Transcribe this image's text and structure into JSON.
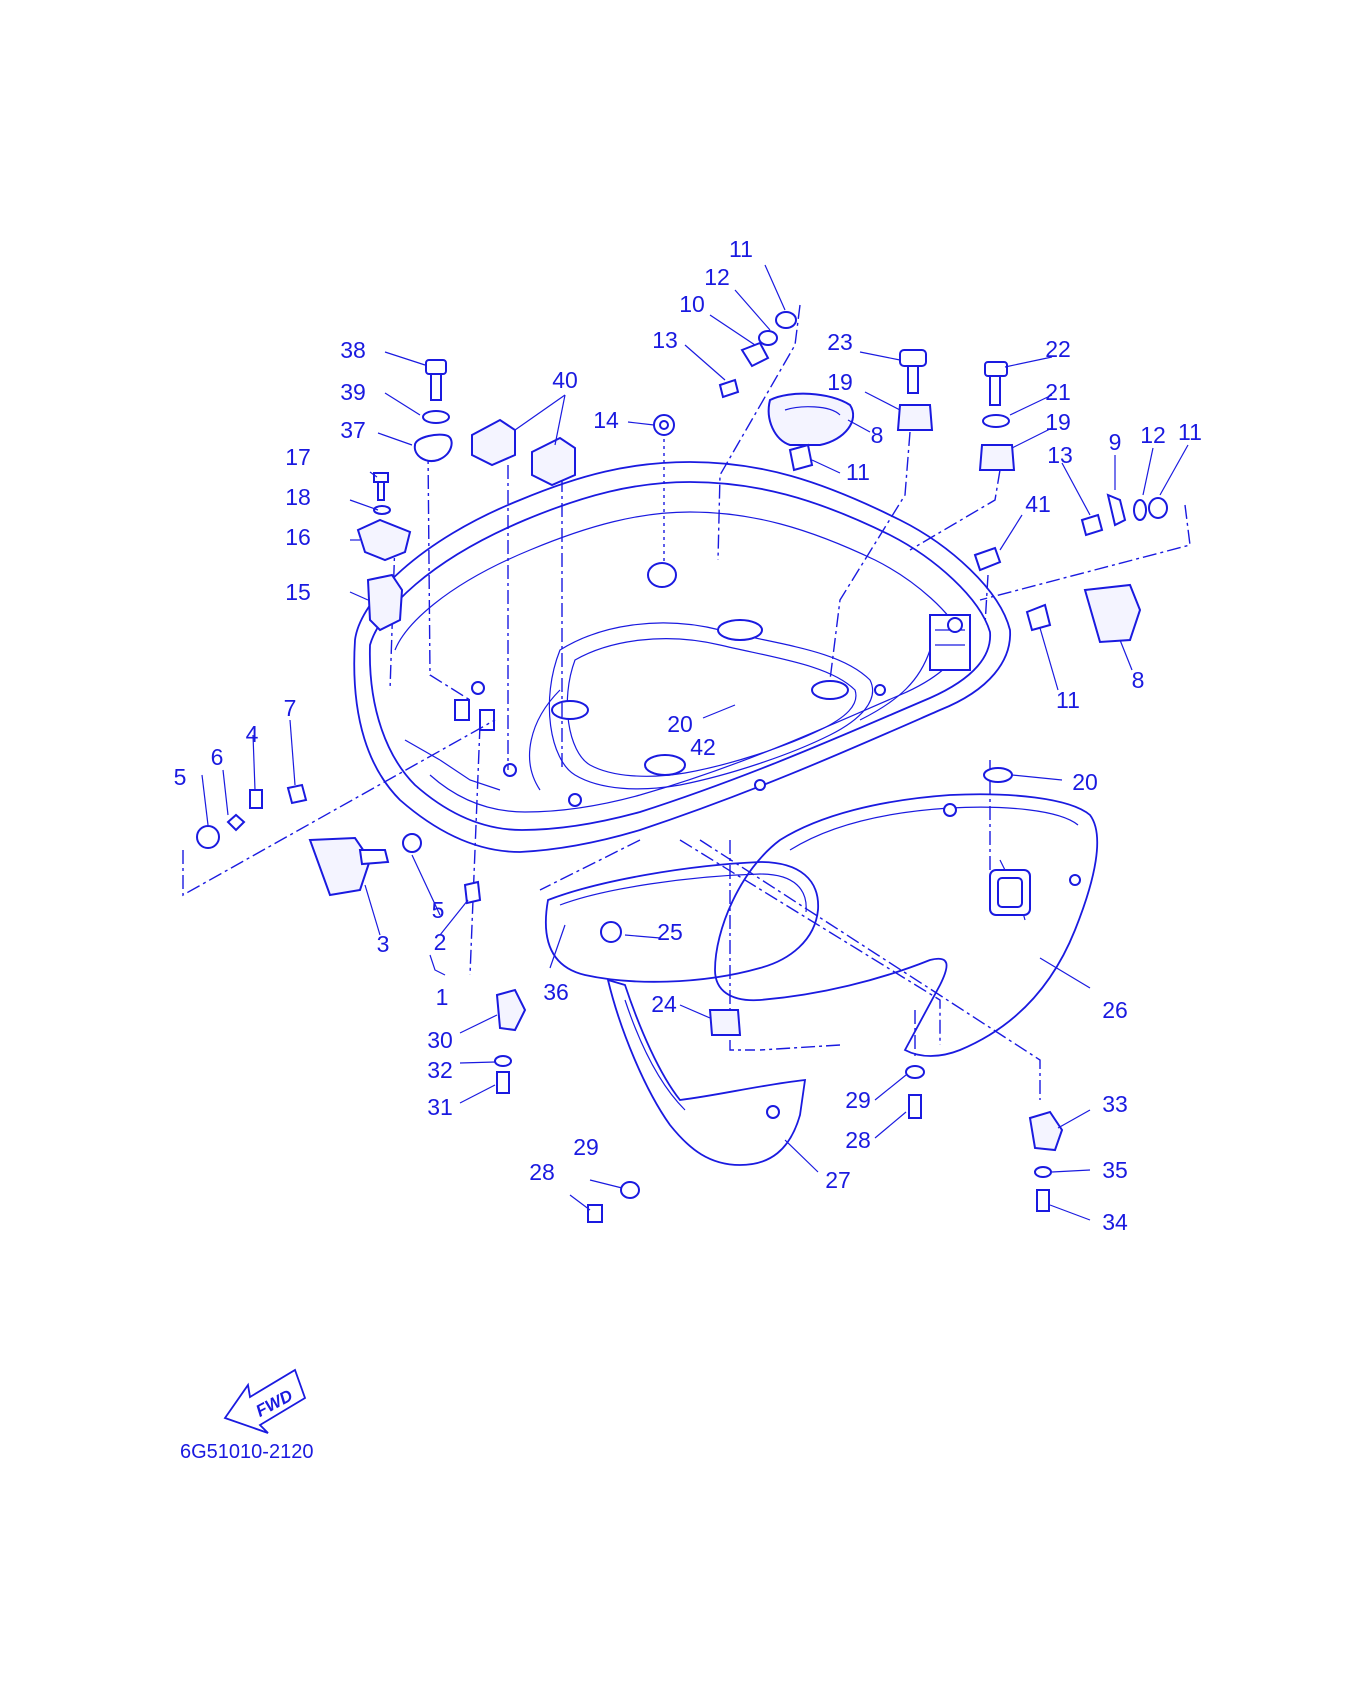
{
  "diagram": {
    "part_code": "6G51010-2120",
    "fwd_label": "FWD",
    "line_color": "#1a1ae0",
    "callouts": {
      "c1": "1",
      "c2": "2",
      "c3": "3",
      "c4": "4",
      "c5a": "5",
      "c5b": "5",
      "c6": "6",
      "c7": "7",
      "c8a": "8",
      "c8b": "8",
      "c9": "9",
      "c10": "10",
      "c11a": "11",
      "c11b": "11",
      "c11c": "11",
      "c11d": "11",
      "c12a": "12",
      "c12b": "12",
      "c13a": "13",
      "c13b": "13",
      "c14": "14",
      "c15": "15",
      "c16": "16",
      "c17": "17",
      "c18": "18",
      "c19a": "19",
      "c19b": "19",
      "c20a": "20",
      "c20b": "20",
      "c21": "21",
      "c22": "22",
      "c23": "23",
      "c24": "24",
      "c25": "25",
      "c26": "26",
      "c27": "27",
      "c28a": "28",
      "c28b": "28",
      "c29a": "29",
      "c29b": "29",
      "c30": "30",
      "c31": "31",
      "c32": "32",
      "c33": "33",
      "c34": "34",
      "c35": "35",
      "c36": "36",
      "c37": "37",
      "c38": "38",
      "c39": "39",
      "c40": "40",
      "c41": "41",
      "c42": "42"
    }
  }
}
